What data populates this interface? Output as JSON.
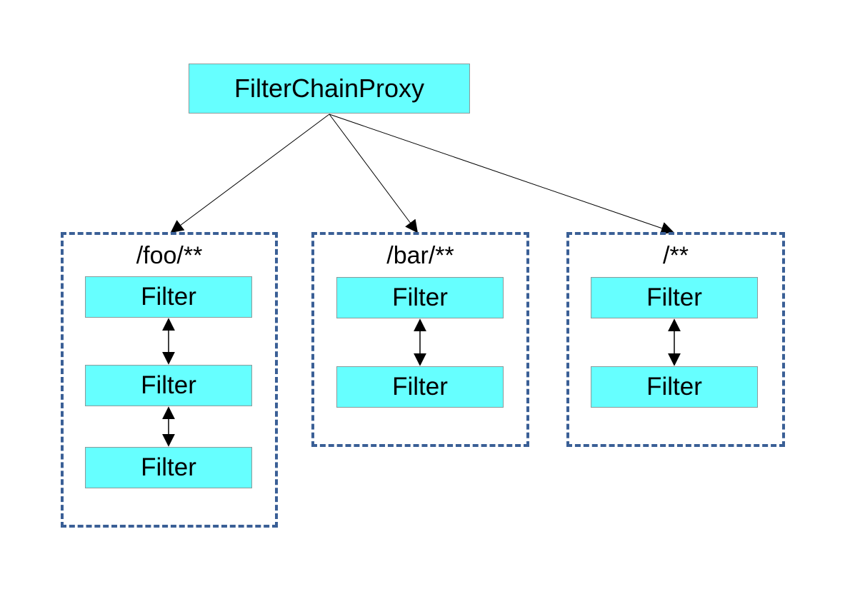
{
  "root": {
    "label": "FilterChainProxy"
  },
  "chains": [
    {
      "pattern": "/foo/**",
      "filters": [
        "Filter",
        "Filter",
        "Filter"
      ]
    },
    {
      "pattern": "/bar/**",
      "filters": [
        "Filter",
        "Filter"
      ]
    },
    {
      "pattern": "/**",
      "filters": [
        "Filter",
        "Filter"
      ]
    }
  ],
  "colors": {
    "node_fill": "#66ffff",
    "chain_border": "#3a5f96",
    "line": "#000000"
  }
}
